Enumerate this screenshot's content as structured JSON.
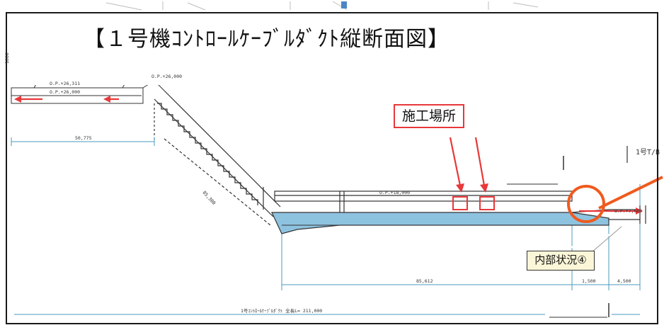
{
  "title": "【１号機ｺﾝﾄﾛｰﾙｹｰﾌﾞﾙﾀﾞｸﾄ縦断面図】",
  "construction_site_label": "施工場所",
  "internal_state_label": "内部状況④",
  "drawing_texts": {
    "left_level_top": "O.P.+26,311",
    "left_level_mid": "O.P.+26,000",
    "upper_level": "O.P.+26,000",
    "left_span": "50,775",
    "slope_len": "85,300",
    "duct_level": "O.P.+18,000",
    "mid_span": "85,612",
    "right_span_a": "1,500",
    "right_span_b": "4,500",
    "right_level": "O.P.+7,000",
    "bldg_label": "1号T/B",
    "bottom_note": "1号ｺﾝﾄﾛｰﾙｹｰﾌﾞﾙﾀﾞｸﾄ 全長L= 211,000",
    "side_dim": "1000"
  },
  "colors": {
    "accent_red": "#e8383a",
    "duct_blue": "#8ec3e0",
    "orange_circle": "#f05a1e",
    "label_yellow": "#fbf6d8"
  }
}
